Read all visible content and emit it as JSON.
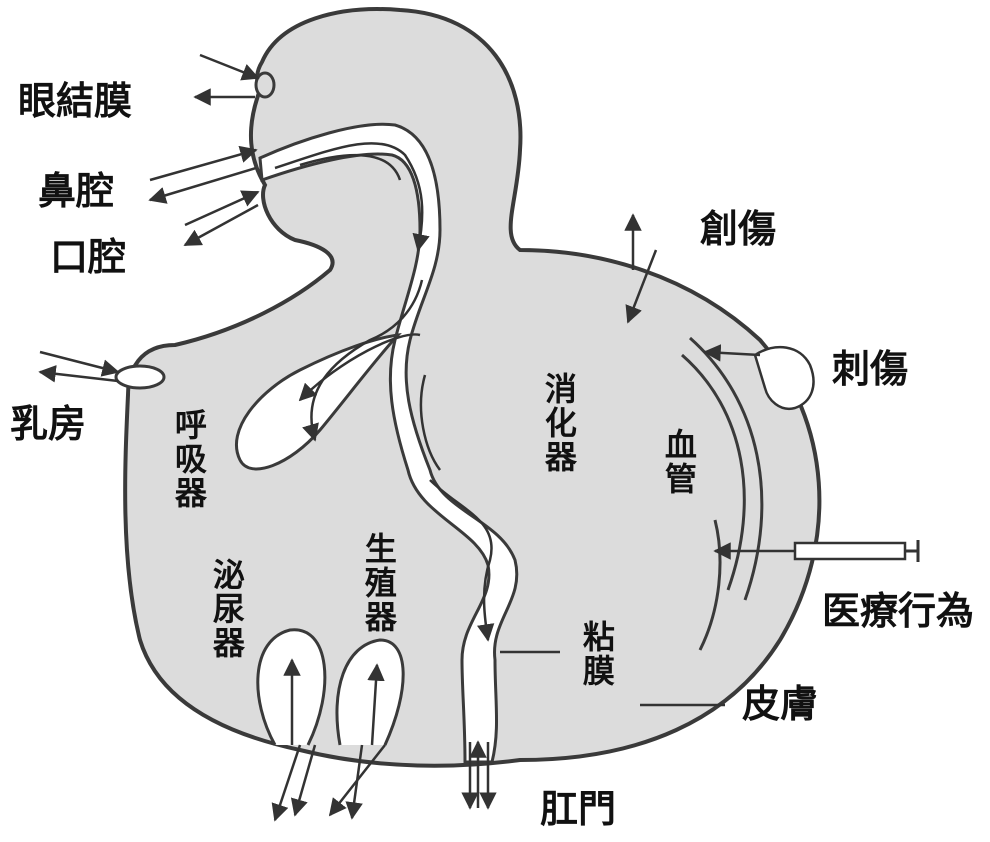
{
  "labels": {
    "conjunctiva": "眼結膜",
    "nasal_cavity": "鼻腔",
    "oral_cavity": "口腔",
    "breast": "乳房",
    "wound": "創傷",
    "stab_wound": "刺傷",
    "medical_procedure": "医療行為",
    "skin": "皮膚",
    "anus": "肛門"
  },
  "organ_labels": {
    "respiratory": "呼吸器",
    "urinary": "泌尿器",
    "reproductive": "生殖器",
    "digestive": "消化器",
    "blood_vessel": "血管",
    "mucosa": "粘膜"
  },
  "colors": {
    "body_fill": "#dcdcdc",
    "outline": "#3a3a3a",
    "tract_fill": "#ffffff"
  }
}
